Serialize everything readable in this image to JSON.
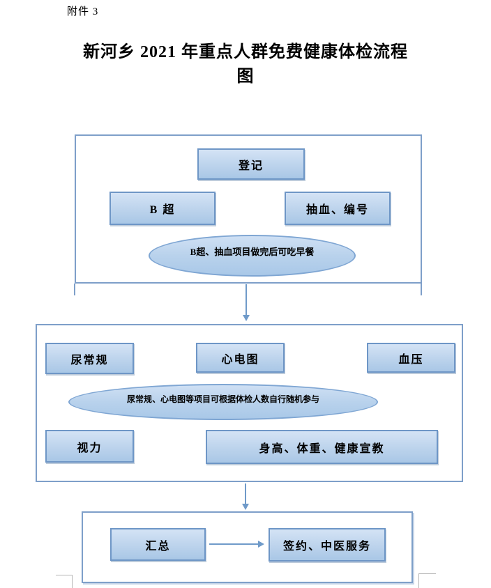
{
  "page": {
    "attachment_label": "附件 3",
    "title_line1": "新河乡 2021 年重点人群免费健康体检流程",
    "title_line2": "图"
  },
  "flowchart": {
    "stage1": {
      "register": "登记",
      "b_ultrasound": "B 超",
      "blood_draw": "抽血、编号",
      "note": "B超、抽血项目做完后可吃早餐"
    },
    "stage2": {
      "urine_routine": "尿常规",
      "ecg": "心电图",
      "blood_pressure": "血压",
      "note": "尿常规、心电图等项目可根据体检人数自行随机参与",
      "vision": "视力",
      "height_weight_education": "身高、体重、健康宣教"
    },
    "stage3": {
      "summary": "汇总",
      "signing_tcm": "签约、中医服务"
    }
  },
  "colors": {
    "container_border": "#7e9fc9",
    "box_border": "#6e96c6",
    "box_fill_top": "#d4e3f5",
    "box_fill_bottom": "#a9c7e6",
    "ellipse_border": "#7fa6d3",
    "arrow": "#6f9ac9",
    "boundary_mark": "#b5b5b5",
    "text": "#000000"
  }
}
